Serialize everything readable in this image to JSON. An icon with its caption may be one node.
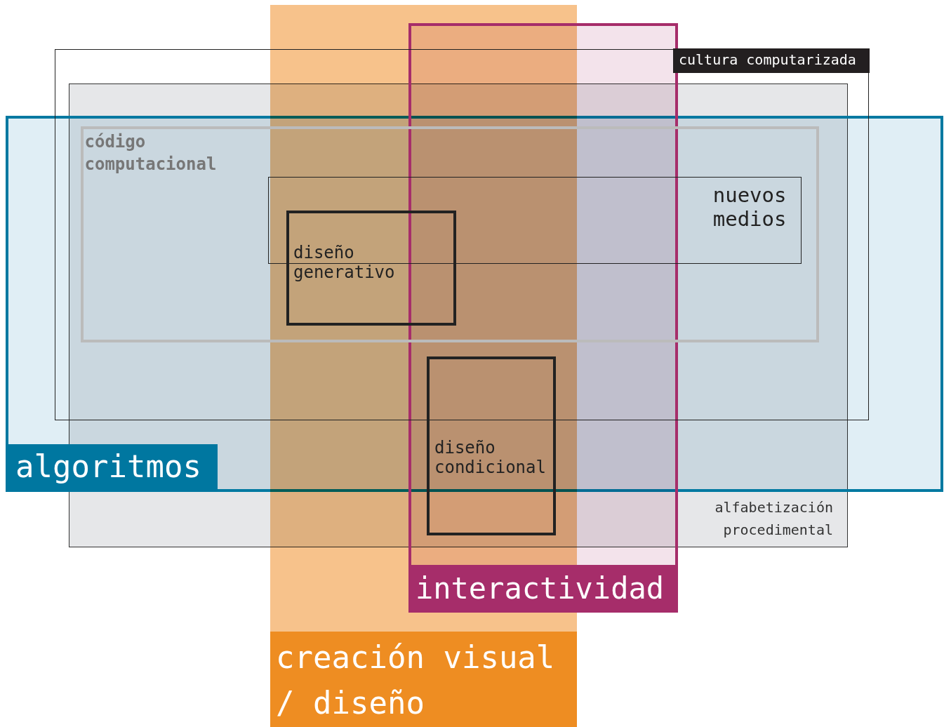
{
  "diagram": {
    "nodes": [
      {
        "text": [
          "cultura computarizada"
        ]
      },
      {
        "text": [
          "alfabetización procedimental"
        ]
      },
      {
        "text": [
          "algoritmos"
        ]
      },
      {
        "text": [
          "código computacional"
        ],
        "in": 0
      },
      {
        "text": [
          "nuevos medios"
        ],
        "in": 3
      },
      {
        "text": [
          "diseño generativo"
        ]
      },
      {
        "text": [
          "diseño condicional"
        ]
      },
      {
        "text": [
          "interactividad"
        ]
      },
      {
        "text": [
          "creación visual / diseño"
        ]
      }
    ]
  }
}
